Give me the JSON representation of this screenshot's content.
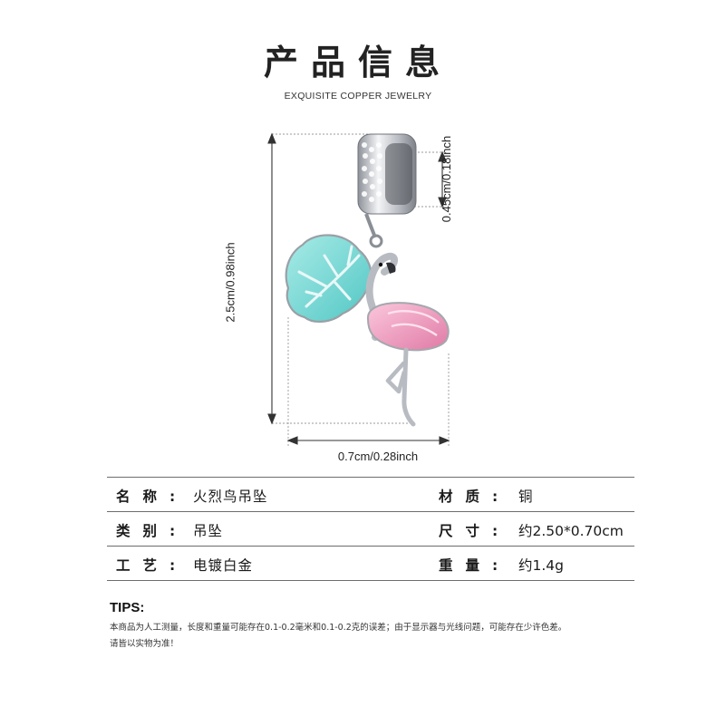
{
  "header": {
    "title": "产品信息",
    "subtitle": "EXQUISITE COPPER JEWELRY"
  },
  "dimensions": {
    "height": "2.5cm/0.98inch",
    "bail": "0.45cm/0.18inch",
    "width": "0.7cm/0.28inch"
  },
  "specs": [
    {
      "label": "名称:",
      "value": "火烈鸟吊坠",
      "label2": "材质:",
      "value2": "铜"
    },
    {
      "label": "类别:",
      "value": "吊坠",
      "label2": "尺寸:",
      "value2": "约2.50*0.70cm"
    },
    {
      "label": "工艺:",
      "value": "电镀白金",
      "label2": "重量:",
      "value2": "约1.4g"
    }
  ],
  "tips": {
    "title": "TIPS:",
    "line1": "本商品为人工测量，长度和重量可能存在0.1-0.2毫米和0.1-0.2克的误差；由于显示器与光线问题，可能存在少许色差。",
    "line2": "请皆以实物为准！"
  },
  "colors": {
    "leaf": "#7fd9d6",
    "flamingo": "#f19bbd",
    "silver": "#c4c7cc",
    "guide": "#9a9a9a"
  }
}
